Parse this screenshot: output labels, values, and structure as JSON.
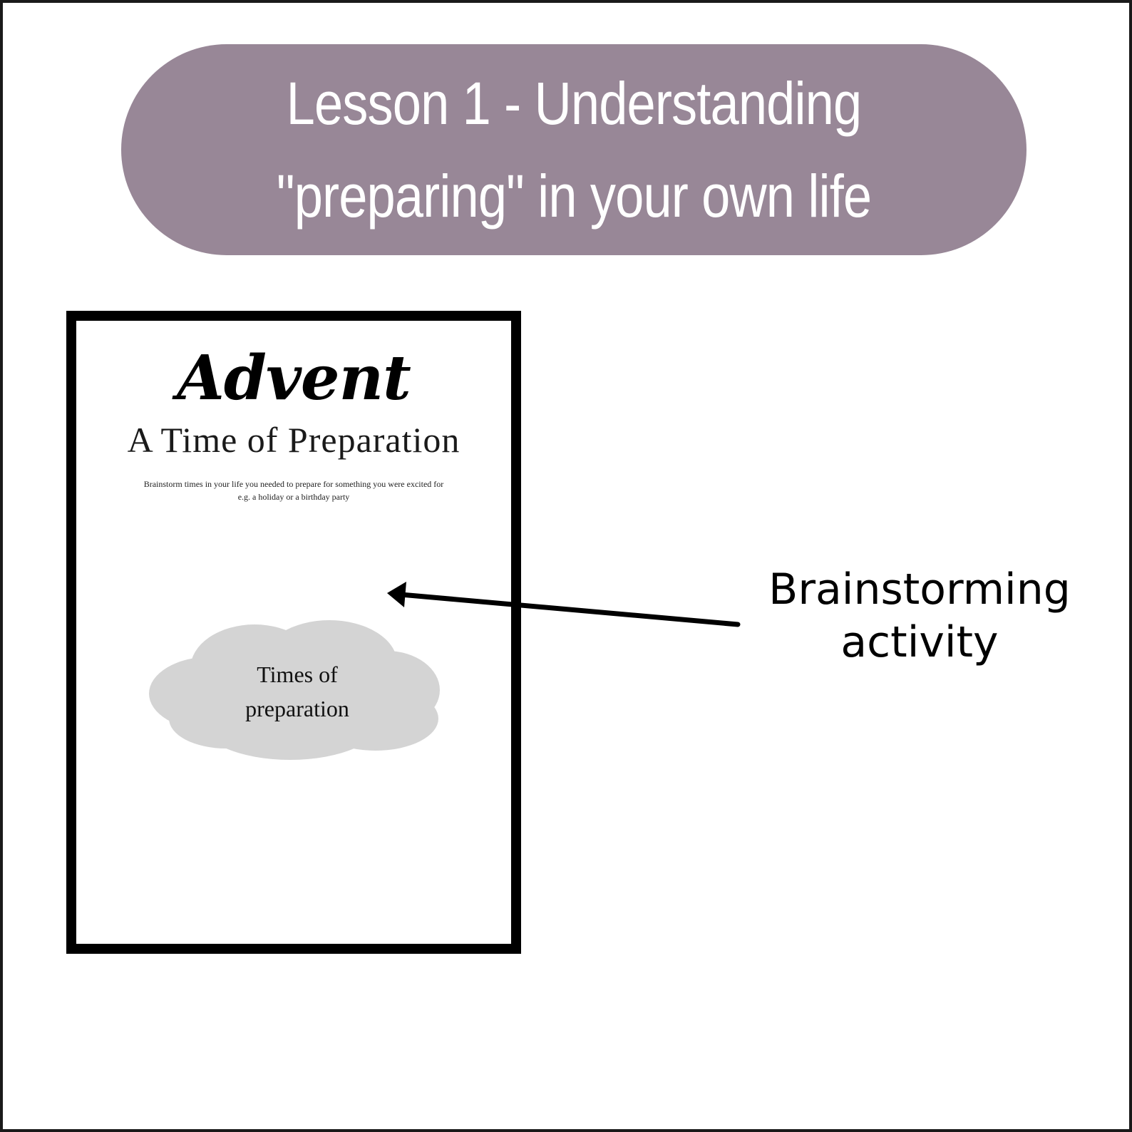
{
  "header": {
    "line1": "Lesson 1 - Understanding",
    "line2": "\"preparing\" in your own life",
    "color": "#988797"
  },
  "worksheet": {
    "title": "Advent",
    "subtitle": "A Time of Preparation",
    "instructions_line1": "Brainstorm times in your life you needed to prepare for something you were excited for",
    "instructions_line2": "e.g. a holiday or a birthday party",
    "cloud_line1": "Times of",
    "cloud_line2": "preparation"
  },
  "callout": {
    "line1": "Brainstorming",
    "line2": "activity"
  }
}
